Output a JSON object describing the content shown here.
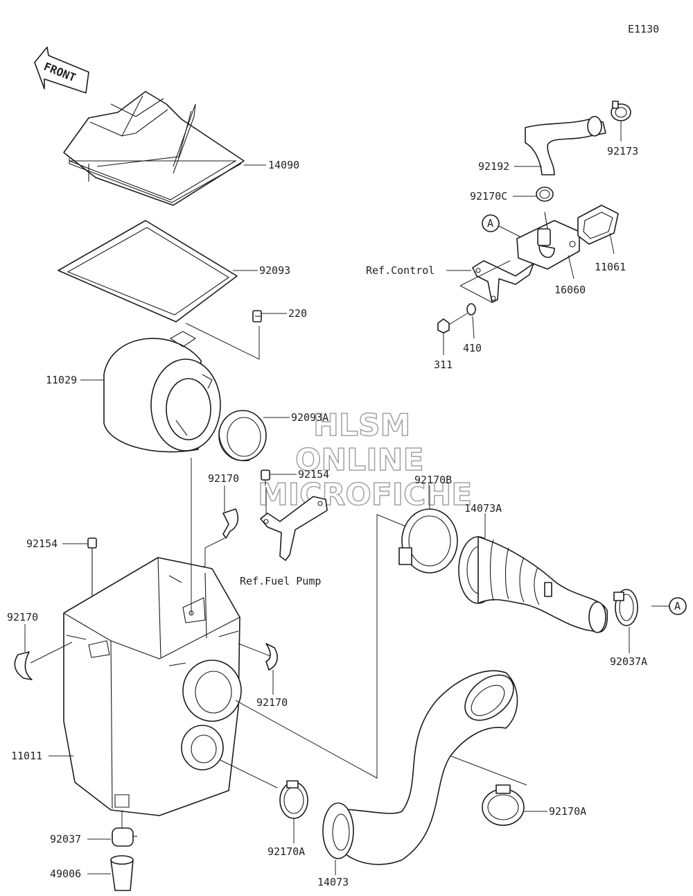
{
  "diagram_code": "E1130",
  "front_label": "FRONT",
  "ref_a": "A",
  "watermark": [
    "HLSM",
    "ONLINE",
    "MICROFICHE"
  ],
  "labels": {
    "p14090": "14090",
    "p92093": "92093",
    "p220": "220",
    "p11029": "11029",
    "p92093A": "92093A",
    "p92170_top": "92170",
    "p92154_mid": "92154",
    "p92154_left": "92154",
    "p92170_left": "92170",
    "p92170_right": "92170",
    "ref_fuel_pump": "Ref.Fuel Pump",
    "p11011": "11011",
    "p92037": "92037",
    "p49006": "49006",
    "p92170A_mid": "92170A",
    "p14073": "14073",
    "p92170A_right": "92170A",
    "p92170B": "92170B",
    "p14073A": "14073A",
    "p92037A": "92037A",
    "p92192": "92192",
    "p92173": "92173",
    "p92170C": "92170C",
    "ref_control": "Ref.Control",
    "p11061": "11061",
    "p16060": "16060",
    "p410": "410",
    "p311": "311"
  }
}
